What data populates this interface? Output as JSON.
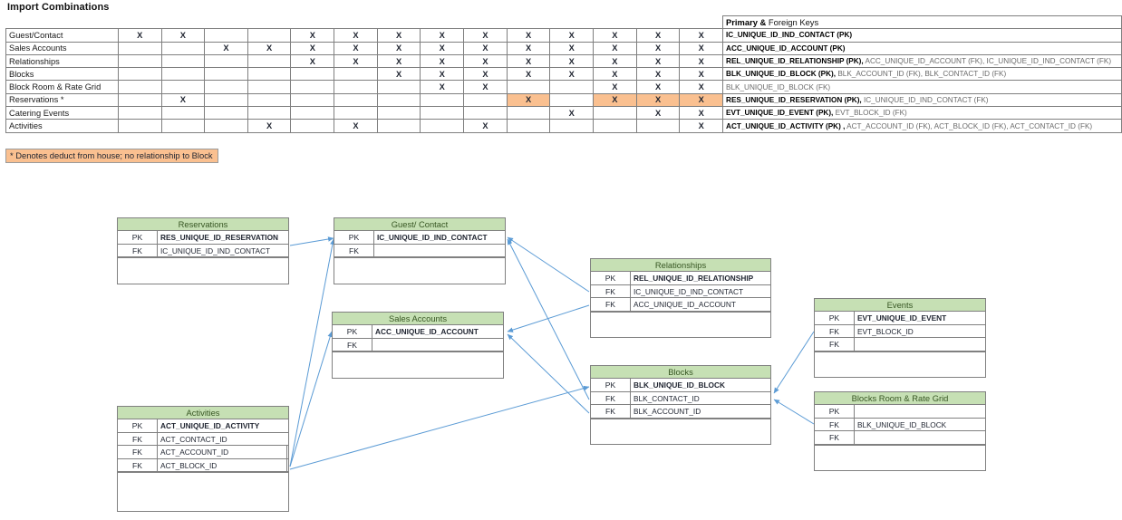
{
  "doc": {
    "title": "Import Combinations"
  },
  "matrix": {
    "keys_header": "Primary & Foreign Keys",
    "keys_header_bold": "Primary &",
    "keys_header_rest": " Foreign Keys",
    "columns": 14,
    "rows": [
      {
        "label": "Guest/Contact",
        "marks": [
          1,
          1,
          0,
          0,
          1,
          1,
          1,
          1,
          1,
          1,
          1,
          1,
          1,
          1
        ],
        "hl": [
          0,
          0,
          0,
          0,
          0,
          0,
          0,
          0,
          0,
          0,
          0,
          0,
          0,
          0
        ],
        "keys_bold": "IC_UNIQUE_ID_IND_CONTACT (PK)",
        "keys_rest": ""
      },
      {
        "label": "Sales Accounts",
        "marks": [
          0,
          0,
          1,
          1,
          1,
          1,
          1,
          1,
          1,
          1,
          1,
          1,
          1,
          1
        ],
        "hl": [
          0,
          0,
          0,
          0,
          0,
          0,
          0,
          0,
          0,
          0,
          0,
          0,
          0,
          0
        ],
        "keys_bold": "ACC_UNIQUE_ID_ACCOUNT (PK)",
        "keys_rest": ""
      },
      {
        "label": "Relationships",
        "marks": [
          0,
          0,
          0,
          0,
          1,
          1,
          1,
          1,
          1,
          1,
          1,
          1,
          1,
          1
        ],
        "hl": [
          0,
          0,
          0,
          0,
          0,
          0,
          0,
          0,
          0,
          0,
          0,
          0,
          0,
          0
        ],
        "keys_bold": "REL_UNIQUE_ID_RELATIONSHIP (PK),",
        "keys_rest": " ACC_UNIQUE_ID_ACCOUNT (FK), IC_UNIQUE_ID_IND_CONTACT (FK)"
      },
      {
        "label": "Blocks",
        "marks": [
          0,
          0,
          0,
          0,
          0,
          0,
          1,
          1,
          1,
          1,
          1,
          1,
          1,
          1
        ],
        "hl": [
          0,
          0,
          0,
          0,
          0,
          0,
          0,
          0,
          0,
          0,
          0,
          0,
          0,
          0
        ],
        "keys_bold": "BLK_UNIQUE_ID_BLOCK (PK),",
        "keys_rest": " BLK_ACCOUNT_ID (FK), BLK_CONTACT_ID (FK)"
      },
      {
        "label": "Block Room & Rate Grid",
        "marks": [
          0,
          0,
          0,
          0,
          0,
          0,
          0,
          1,
          1,
          0,
          0,
          1,
          1,
          1
        ],
        "hl": [
          0,
          0,
          0,
          0,
          0,
          0,
          0,
          0,
          0,
          0,
          0,
          0,
          0,
          0
        ],
        "keys_bold": "",
        "keys_rest": "BLK_UNIQUE_ID_BLOCK (FK)"
      },
      {
        "label": "Reservations *",
        "marks": [
          0,
          1,
          0,
          0,
          0,
          0,
          0,
          0,
          0,
          1,
          0,
          1,
          1,
          1
        ],
        "hl": [
          0,
          0,
          0,
          0,
          0,
          0,
          0,
          0,
          0,
          1,
          0,
          1,
          1,
          1
        ],
        "keys_bold": "RES_UNIQUE_ID_RESERVATION (PK),",
        "keys_rest": " IC_UNIQUE_ID_IND_CONTACT (FK)"
      },
      {
        "label": "Catering Events",
        "marks": [
          0,
          0,
          0,
          0,
          0,
          0,
          0,
          0,
          0,
          0,
          1,
          0,
          1,
          1
        ],
        "hl": [
          0,
          0,
          0,
          0,
          0,
          0,
          0,
          0,
          0,
          0,
          0,
          0,
          0,
          0
        ],
        "keys_bold": "EVT_UNIQUE_ID_EVENT (PK),",
        "keys_rest": " EVT_BLOCK_ID (FK)"
      },
      {
        "label": "Activities",
        "marks": [
          0,
          0,
          0,
          1,
          0,
          1,
          0,
          0,
          1,
          0,
          0,
          0,
          0,
          1
        ],
        "hl": [
          0,
          0,
          0,
          0,
          0,
          0,
          0,
          0,
          0,
          0,
          0,
          0,
          0,
          0
        ],
        "keys_bold": "ACT_UNIQUE_ID_ACTIVITY (PK) ,",
        "keys_rest": " ACT_ACCOUNT_ID (FK), ACT_BLOCK_ID (FK), ACT_CONTACT_ID (FK)"
      }
    ],
    "mark": "X"
  },
  "legend": {
    "text": "* Denotes deduct from house; no relationship to Block"
  },
  "colors": {
    "entity_header_fill": "#c6e0b4",
    "entity_header_text": "#375623",
    "highlight_fill": "#fac090",
    "connector": "#5b9bd5",
    "border": "#808080"
  },
  "entities": [
    {
      "id": "reservations",
      "title": "Reservations",
      "rows": [
        {
          "key": "PK",
          "value": "RES_UNIQUE_ID_RESERVATION",
          "pk": true
        },
        {
          "key": "FK",
          "value": "IC_UNIQUE_ID_IND_CONTACT",
          "pk": false
        }
      ]
    },
    {
      "id": "guest-contact",
      "title": "Guest/ Contact",
      "rows": [
        {
          "key": "PK",
          "value": "IC_UNIQUE_ID_IND_CONTACT",
          "pk": true
        },
        {
          "key": "FK",
          "value": "",
          "pk": false
        }
      ]
    },
    {
      "id": "relationships",
      "title": "Relationships",
      "rows": [
        {
          "key": "PK",
          "value": "REL_UNIQUE_ID_RELATIONSHIP",
          "pk": true
        },
        {
          "key": "FK",
          "value": "IC_UNIQUE_ID_IND_CONTACT",
          "pk": false
        },
        {
          "key": "FK",
          "value": "ACC_UNIQUE_ID_ACCOUNT",
          "pk": false
        }
      ]
    },
    {
      "id": "events",
      "title": "Events",
      "rows": [
        {
          "key": "PK",
          "value": "EVT_UNIQUE_ID_EVENT",
          "pk": true
        },
        {
          "key": "FK",
          "value": "EVT_BLOCK_ID",
          "pk": false
        },
        {
          "key": "FK",
          "value": "",
          "pk": false
        }
      ]
    },
    {
      "id": "sales-accounts",
      "title": "Sales Accounts",
      "rows": [
        {
          "key": "PK",
          "value": "ACC_UNIQUE_ID_ACCOUNT",
          "pk": true
        },
        {
          "key": "FK",
          "value": "",
          "pk": false
        }
      ]
    },
    {
      "id": "blocks",
      "title": "Blocks",
      "rows": [
        {
          "key": "PK",
          "value": "BLK_UNIQUE_ID_BLOCK",
          "pk": true
        },
        {
          "key": "FK",
          "value": "BLK_CONTACT_ID",
          "pk": false
        },
        {
          "key": "FK",
          "value": "BLK_ACCOUNT_ID",
          "pk": false
        }
      ]
    },
    {
      "id": "blocks-room-rate-grid",
      "title": "Blocks Room & Rate Grid",
      "rows": [
        {
          "key": "PK",
          "value": "",
          "pk": false
        },
        {
          "key": "FK",
          "value": "BLK_UNIQUE_ID_BLOCK",
          "pk": false
        },
        {
          "key": "FK",
          "value": "",
          "pk": false
        }
      ]
    },
    {
      "id": "activities",
      "title": "Activities",
      "rows": [
        {
          "key": "PK",
          "value": "ACT_UNIQUE_ID_ACTIVITY",
          "pk": true
        },
        {
          "key": "FK",
          "value": "ACT_CONTACT_ID",
          "pk": false
        },
        {
          "key": "FK",
          "value": "ACT_ACCOUNT_ID",
          "pk": false
        },
        {
          "key": "FK",
          "value": "ACT_BLOCK_ID",
          "pk": false
        }
      ]
    }
  ]
}
